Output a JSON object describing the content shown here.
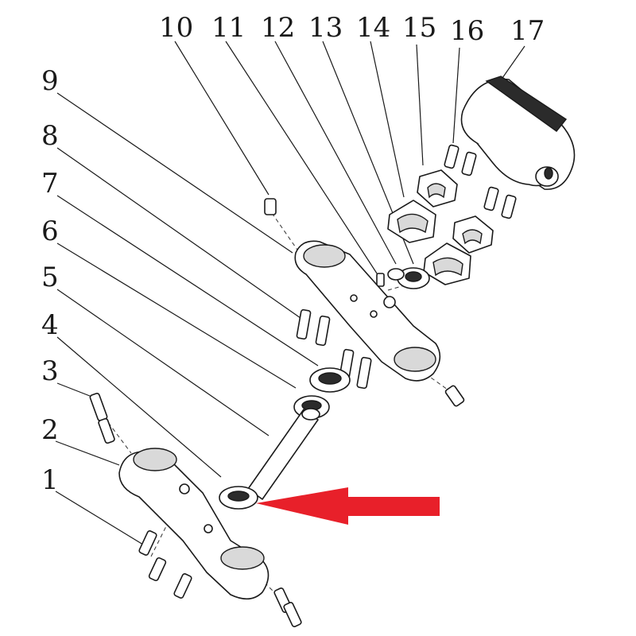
{
  "callouts": [
    {
      "id": "1",
      "label": "1"
    },
    {
      "id": "2",
      "label": "2"
    },
    {
      "id": "3",
      "label": "3"
    },
    {
      "id": "4",
      "label": "4"
    },
    {
      "id": "5",
      "label": "5"
    },
    {
      "id": "6",
      "label": "6"
    },
    {
      "id": "7",
      "label": "7"
    },
    {
      "id": "8",
      "label": "8"
    },
    {
      "id": "9",
      "label": "9"
    },
    {
      "id": "10",
      "label": "10"
    },
    {
      "id": "11",
      "label": "11"
    },
    {
      "id": "12",
      "label": "12"
    },
    {
      "id": "13",
      "label": "13"
    },
    {
      "id": "14",
      "label": "14"
    },
    {
      "id": "15",
      "label": "15"
    },
    {
      "id": "16",
      "label": "16"
    },
    {
      "id": "17",
      "label": "17"
    }
  ],
  "colors": {
    "line": "#1a1a1a",
    "highlight_arrow": "#e8202a",
    "background": "#ffffff"
  }
}
